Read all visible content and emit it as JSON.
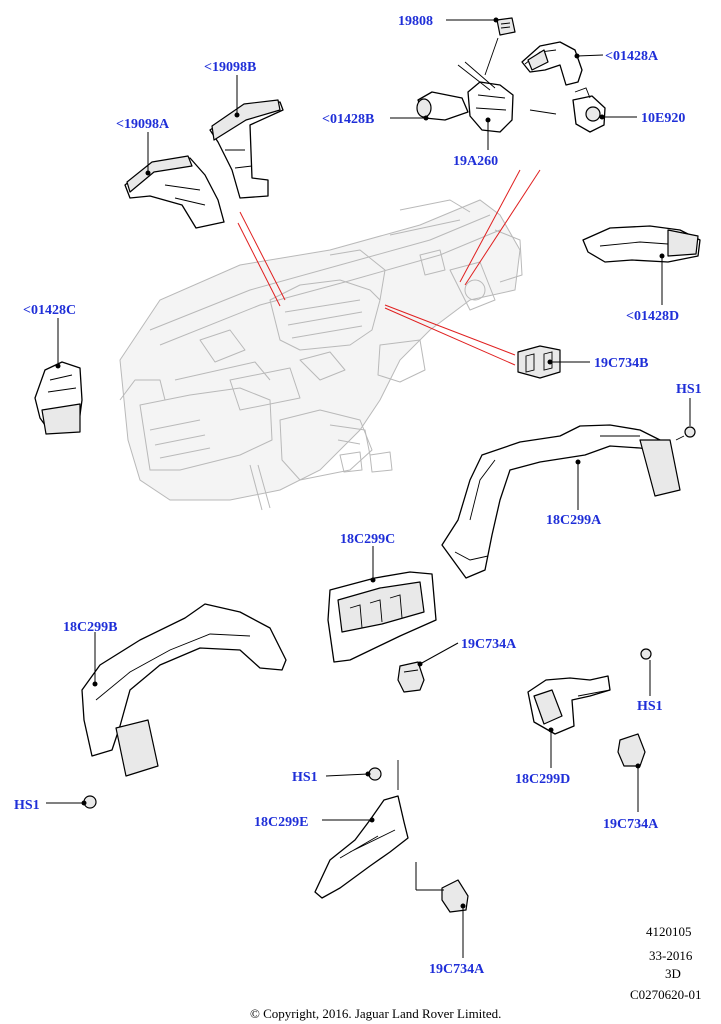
{
  "callouts": {
    "c19808": "19808",
    "c01428A": "<01428A",
    "c01428B": "<01428B",
    "c10E920": "10E920",
    "c19A260": "19A260",
    "c19098B": "<19098B",
    "c19098A": "<19098A",
    "c01428D": "<01428D",
    "c01428C": "<01428C",
    "c19C734B": "19C734B",
    "cHS1a": "HS1",
    "c18C299A": "18C299A",
    "c18C299C": "18C299C",
    "c18C299B": "18C299B",
    "c19C734A1": "19C734A",
    "cHS1b": "HS1",
    "c18C299D": "18C299D",
    "c19C734A2": "19C734A",
    "cHS1c": "HS1",
    "c18C299E": "18C299E",
    "cHS1d": "HS1",
    "c19C734A3": "19C734A"
  },
  "footer": {
    "line1": "4120105",
    "line2": "33-2016",
    "line3": "3D",
    "line4": "C0270620-01",
    "copyright": "© Copyright, 2016. Jaguar Land Rover Limited."
  },
  "colors": {
    "callout": "#1f2fd8",
    "highlight_lines": "#e02020",
    "background_assembly": "#b9b9b9"
  }
}
